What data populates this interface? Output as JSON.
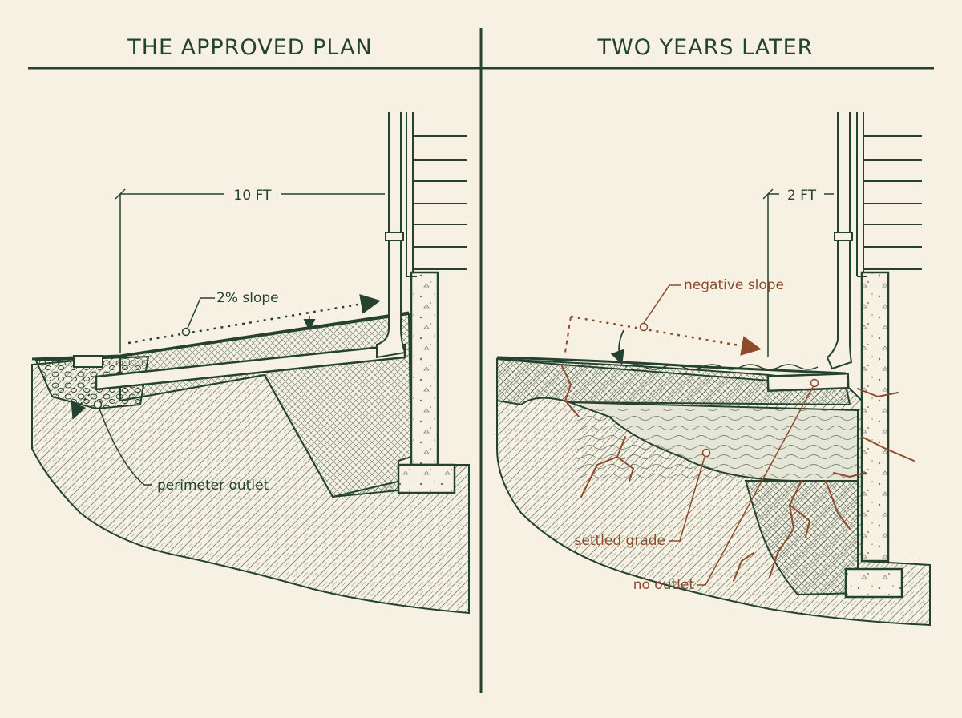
{
  "panels": {
    "left": {
      "title": "THE APPROVED PLAN"
    },
    "right": {
      "title": "TWO YEARS LATER"
    }
  },
  "labels": {
    "left_distance": "10 FT",
    "left_slope": "2% slope",
    "left_outlet": "perimeter outlet",
    "right_distance": "2 FT",
    "right_slope": "negative slope",
    "right_grade": "settled grade",
    "right_outlet": "no outlet"
  },
  "colors": {
    "ink": "#24422f",
    "accent": "#8f4a2c",
    "paper": "#f6f1e2",
    "water": "#dfe4d6"
  }
}
